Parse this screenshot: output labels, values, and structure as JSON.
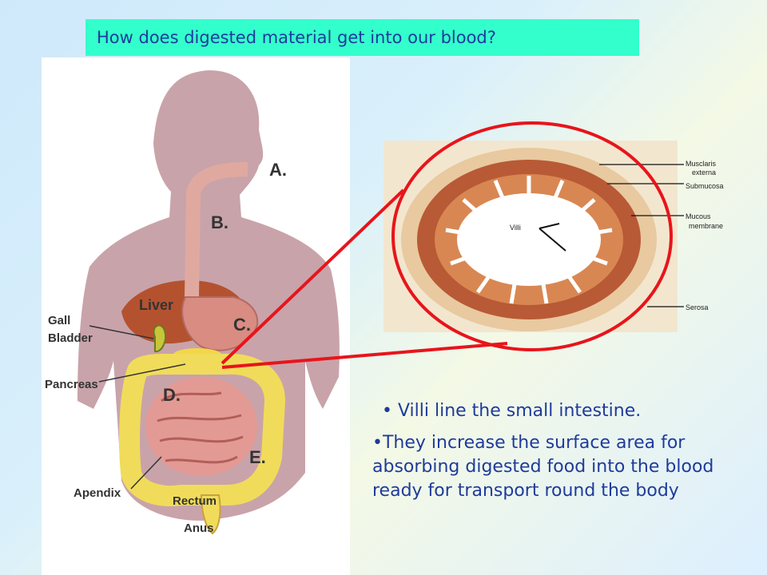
{
  "slide": {
    "title": "How does digested material get into our blood?",
    "bullets": [
      "• Villi line the small intestine.",
      "•They increase the surface area for absorbing digested food into the blood ready for transport round the body"
    ]
  },
  "body_diagram": {
    "labels": {
      "a": "A.",
      "b": "B.",
      "c": "C.",
      "d": "D.",
      "e": "E.",
      "liver": "Liver",
      "gall": "Gall",
      "bladder": "Bladder",
      "pancreas": "Pancreas",
      "apendix": "Apendix",
      "rectum": "Rectum",
      "anus": "Anus"
    }
  },
  "cross_section": {
    "labels": {
      "muscularis1": "Musclaris",
      "muscularis2": "externa",
      "submucosa": "Submucosa",
      "mucous1": "Mucous",
      "mucous2": "membrane",
      "serosa": "Serosa",
      "villi": "Villi"
    }
  },
  "colors": {
    "title_bg": "#33ffcc",
    "text": "#1f3b9a",
    "highlight": "#e8141b",
    "skin": "#c9a3aa",
    "liver": "#b4522f",
    "intestine": "#f0dc5a",
    "small_intestine": "#e39a94"
  }
}
